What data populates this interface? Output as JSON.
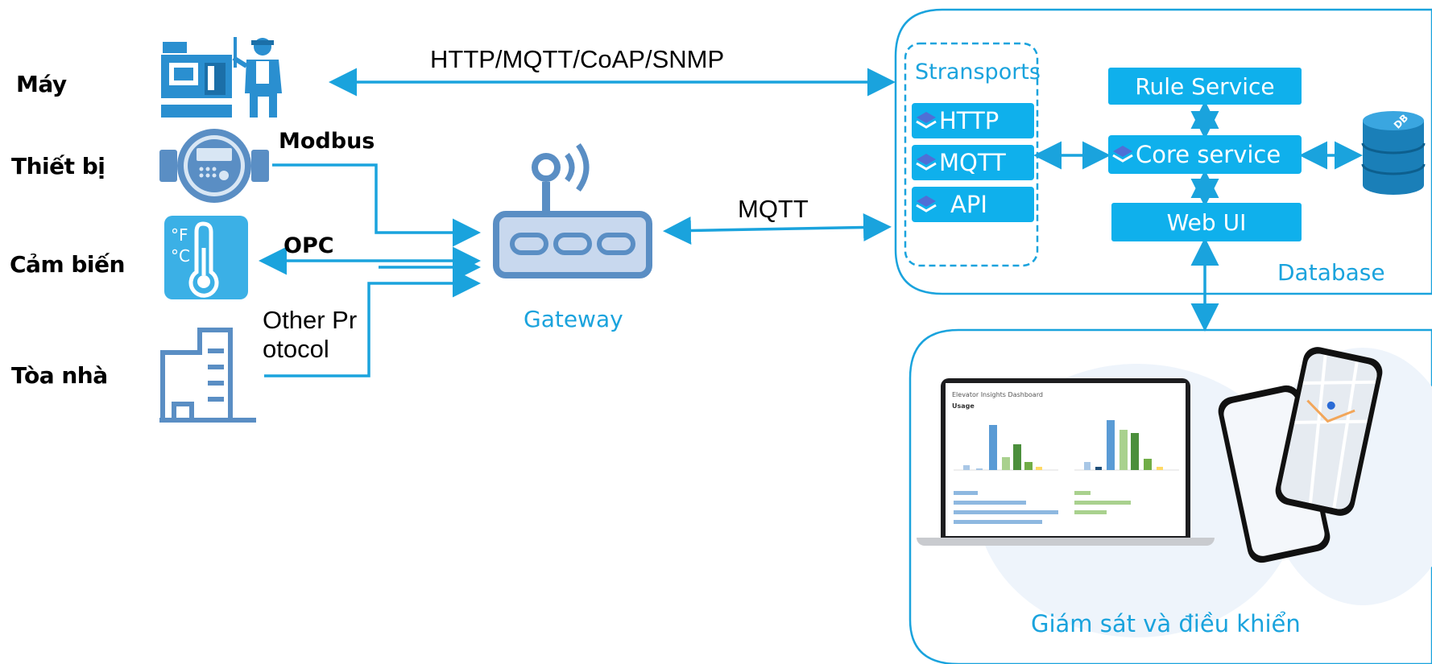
{
  "labels": {
    "may": "Máy",
    "thiet_bi": "Thiết bị",
    "cam_bien": "Cảm biến",
    "toa_nha": "Tòa nhà"
  },
  "protocols": {
    "top": "HTTP/MQTT/CoAP/SNMP",
    "modbus": "Modbus",
    "opc": "OPC",
    "other": "Other Protocol",
    "mqtt": "MQTT"
  },
  "gateway": {
    "label": "Gateway"
  },
  "sensor_icon": {
    "f": "°F",
    "c": "°C"
  },
  "transports": {
    "title": "Stransports",
    "items": [
      "HTTP",
      "MQTT",
      "API"
    ]
  },
  "services": {
    "rule": "Rule Service",
    "core": "Core service",
    "web": "Web UI",
    "db_icon": "DB"
  },
  "database_label": "Database",
  "monitor_label": "Giám sát và điều khiển",
  "dashboard": {
    "title": "Elevator Insights Dashboard",
    "subtitle": "Usage"
  },
  "colors": {
    "accent": "#0fb0ec",
    "arrow": "#1aa3dd",
    "icon_blue": "#2a8fd0",
    "router": "#5a8ec4"
  }
}
